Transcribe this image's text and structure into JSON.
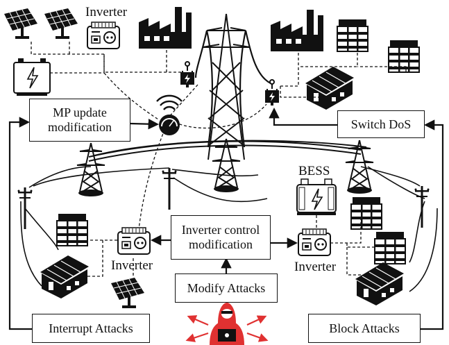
{
  "labels": {
    "inverter_top": "Inverter",
    "inverter_left": "Inverter",
    "inverter_right": "Inverter",
    "bess": "BESS"
  },
  "boxes": {
    "mp_update": [
      "MP update",
      "modification"
    ],
    "switch_dos": "Switch DoS",
    "inverter_control": [
      "Inverter control",
      "modification"
    ],
    "modify_attacks": "Modify Attacks",
    "interrupt_attacks": "Interrupt Attacks",
    "block_attacks": "Block Attacks"
  },
  "colors": {
    "ink": "#111111",
    "attacker": "#e03131",
    "background": "#ffffff"
  },
  "icons": [
    "solar-panel-icon",
    "battery-icon",
    "inverter-icon",
    "factory-icon",
    "building-icon",
    "house-icon",
    "transmission-tower-icon",
    "utility-pole-icon",
    "circuit-switch-icon",
    "smart-meter-icon",
    "wireless-icon",
    "bess-battery-icon",
    "hacker-icon"
  ]
}
